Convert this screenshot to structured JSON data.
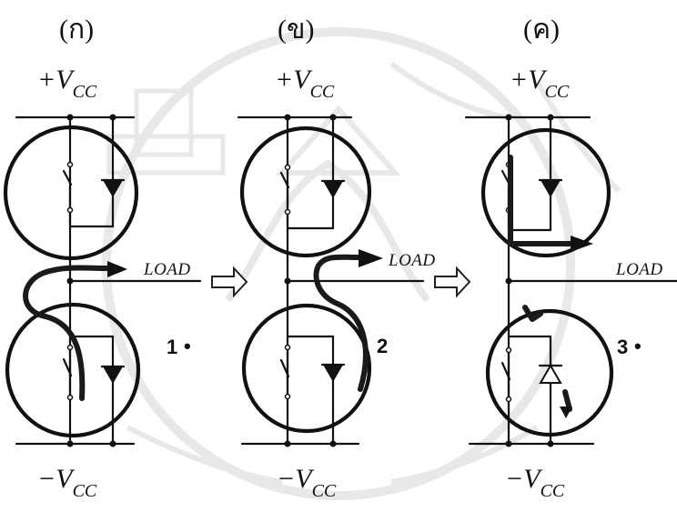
{
  "stages": [
    {
      "top_label": "(ก)",
      "vcc_top": "+V",
      "vcc_top_sub": "CC",
      "vcc_bottom": "−V",
      "vcc_bottom_sub": "CC",
      "load_label": "LOAD",
      "step_number": "1",
      "step_bullet": "•"
    },
    {
      "top_label": "(ข)",
      "vcc_top": "+V",
      "vcc_top_sub": "CC",
      "vcc_bottom": "−V",
      "vcc_bottom_sub": "CC",
      "load_label": "LOAD",
      "step_number": "2",
      "step_bullet": ""
    },
    {
      "top_label": "(ค)",
      "vcc_top": "+V",
      "vcc_top_sub": "CC",
      "vcc_bottom": "−V",
      "vcc_bottom_sub": "CC",
      "load_label": "LOAD",
      "step_number": "3",
      "step_bullet": "•"
    }
  ]
}
